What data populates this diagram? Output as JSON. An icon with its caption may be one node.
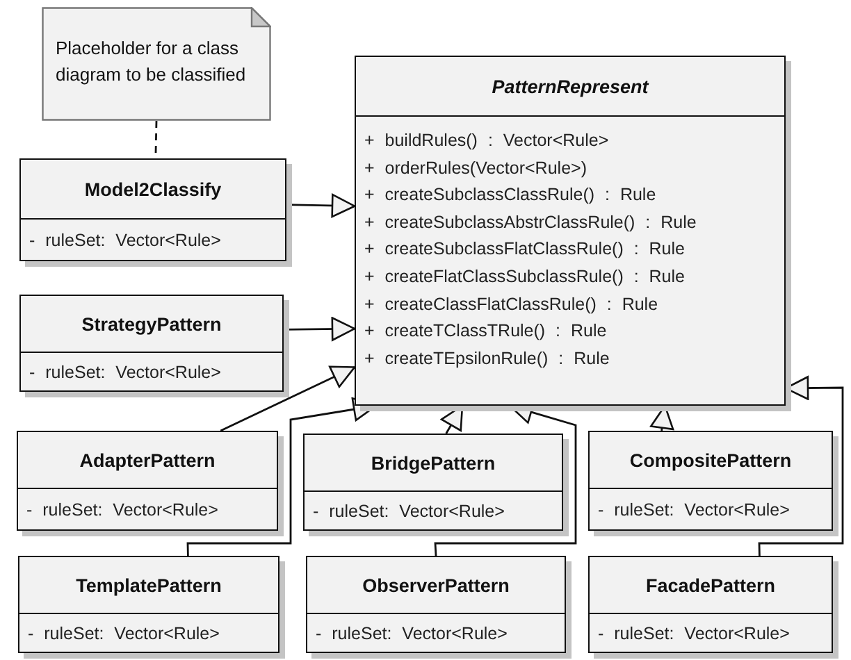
{
  "diagram": {
    "nodes": [
      {
        "text": [
          "Placeholder for a class diagram to be classified"
        ]
      },
      {
        "text": [
          "PatternRepresent",
          "+ buildRules() : Vector<Rule>",
          "+ orderRules(Vector<Rule>)",
          "+ createSubclassClassRule() : Rule",
          "+ createSubclassAbstrClassRule() : Rule",
          "+ createSubclassFlatClassRule() : Rule",
          "+ createFlatClassSubclassRule() : Rule",
          "+ createClassFlatClassRule() : Rule",
          "+ createTClassTRule() : Rule",
          "+ createTEpsilonRule() : Rule"
        ]
      },
      {
        "text": [
          "Model2Classify",
          "- ruleSet: Vector<Rule>"
        ]
      },
      {
        "text": [
          "StrategyPattern",
          "- ruleSet: Vector<Rule>"
        ]
      },
      {
        "text": [
          "AdapterPattern",
          "- ruleSet: Vector<Rule>"
        ]
      },
      {
        "text": [
          "BridgePattern",
          "- ruleSet: Vector<Rule>"
        ]
      },
      {
        "text": [
          "CompositePattern",
          "- ruleSet: Vector<Rule>"
        ]
      },
      {
        "text": [
          "TemplatePattern",
          "- ruleSet: Vector<Rule>"
        ]
      },
      {
        "text": [
          "ObserverPattern",
          "- ruleSet: Vector<Rule>"
        ]
      },
      {
        "text": [
          "FacadePattern",
          "- ruleSet: Vector<Rule>"
        ]
      }
    ],
    "edges": [
      {
        "from": 0,
        "to": 2,
        "arrow": "none",
        "style": "dashed"
      },
      {
        "from": 2,
        "to": 1,
        "arrow": "to"
      },
      {
        "from": 3,
        "to": 1,
        "arrow": "to"
      },
      {
        "from": 4,
        "to": 1,
        "arrow": "to"
      },
      {
        "from": 7,
        "to": 1,
        "arrow": "to"
      },
      {
        "from": 5,
        "to": 1,
        "arrow": "to"
      },
      {
        "from": 8,
        "to": 1,
        "arrow": "to"
      },
      {
        "from": 6,
        "to": 1,
        "arrow": "to"
      },
      {
        "from": 9,
        "to": 1,
        "arrow": "to"
      }
    ]
  }
}
